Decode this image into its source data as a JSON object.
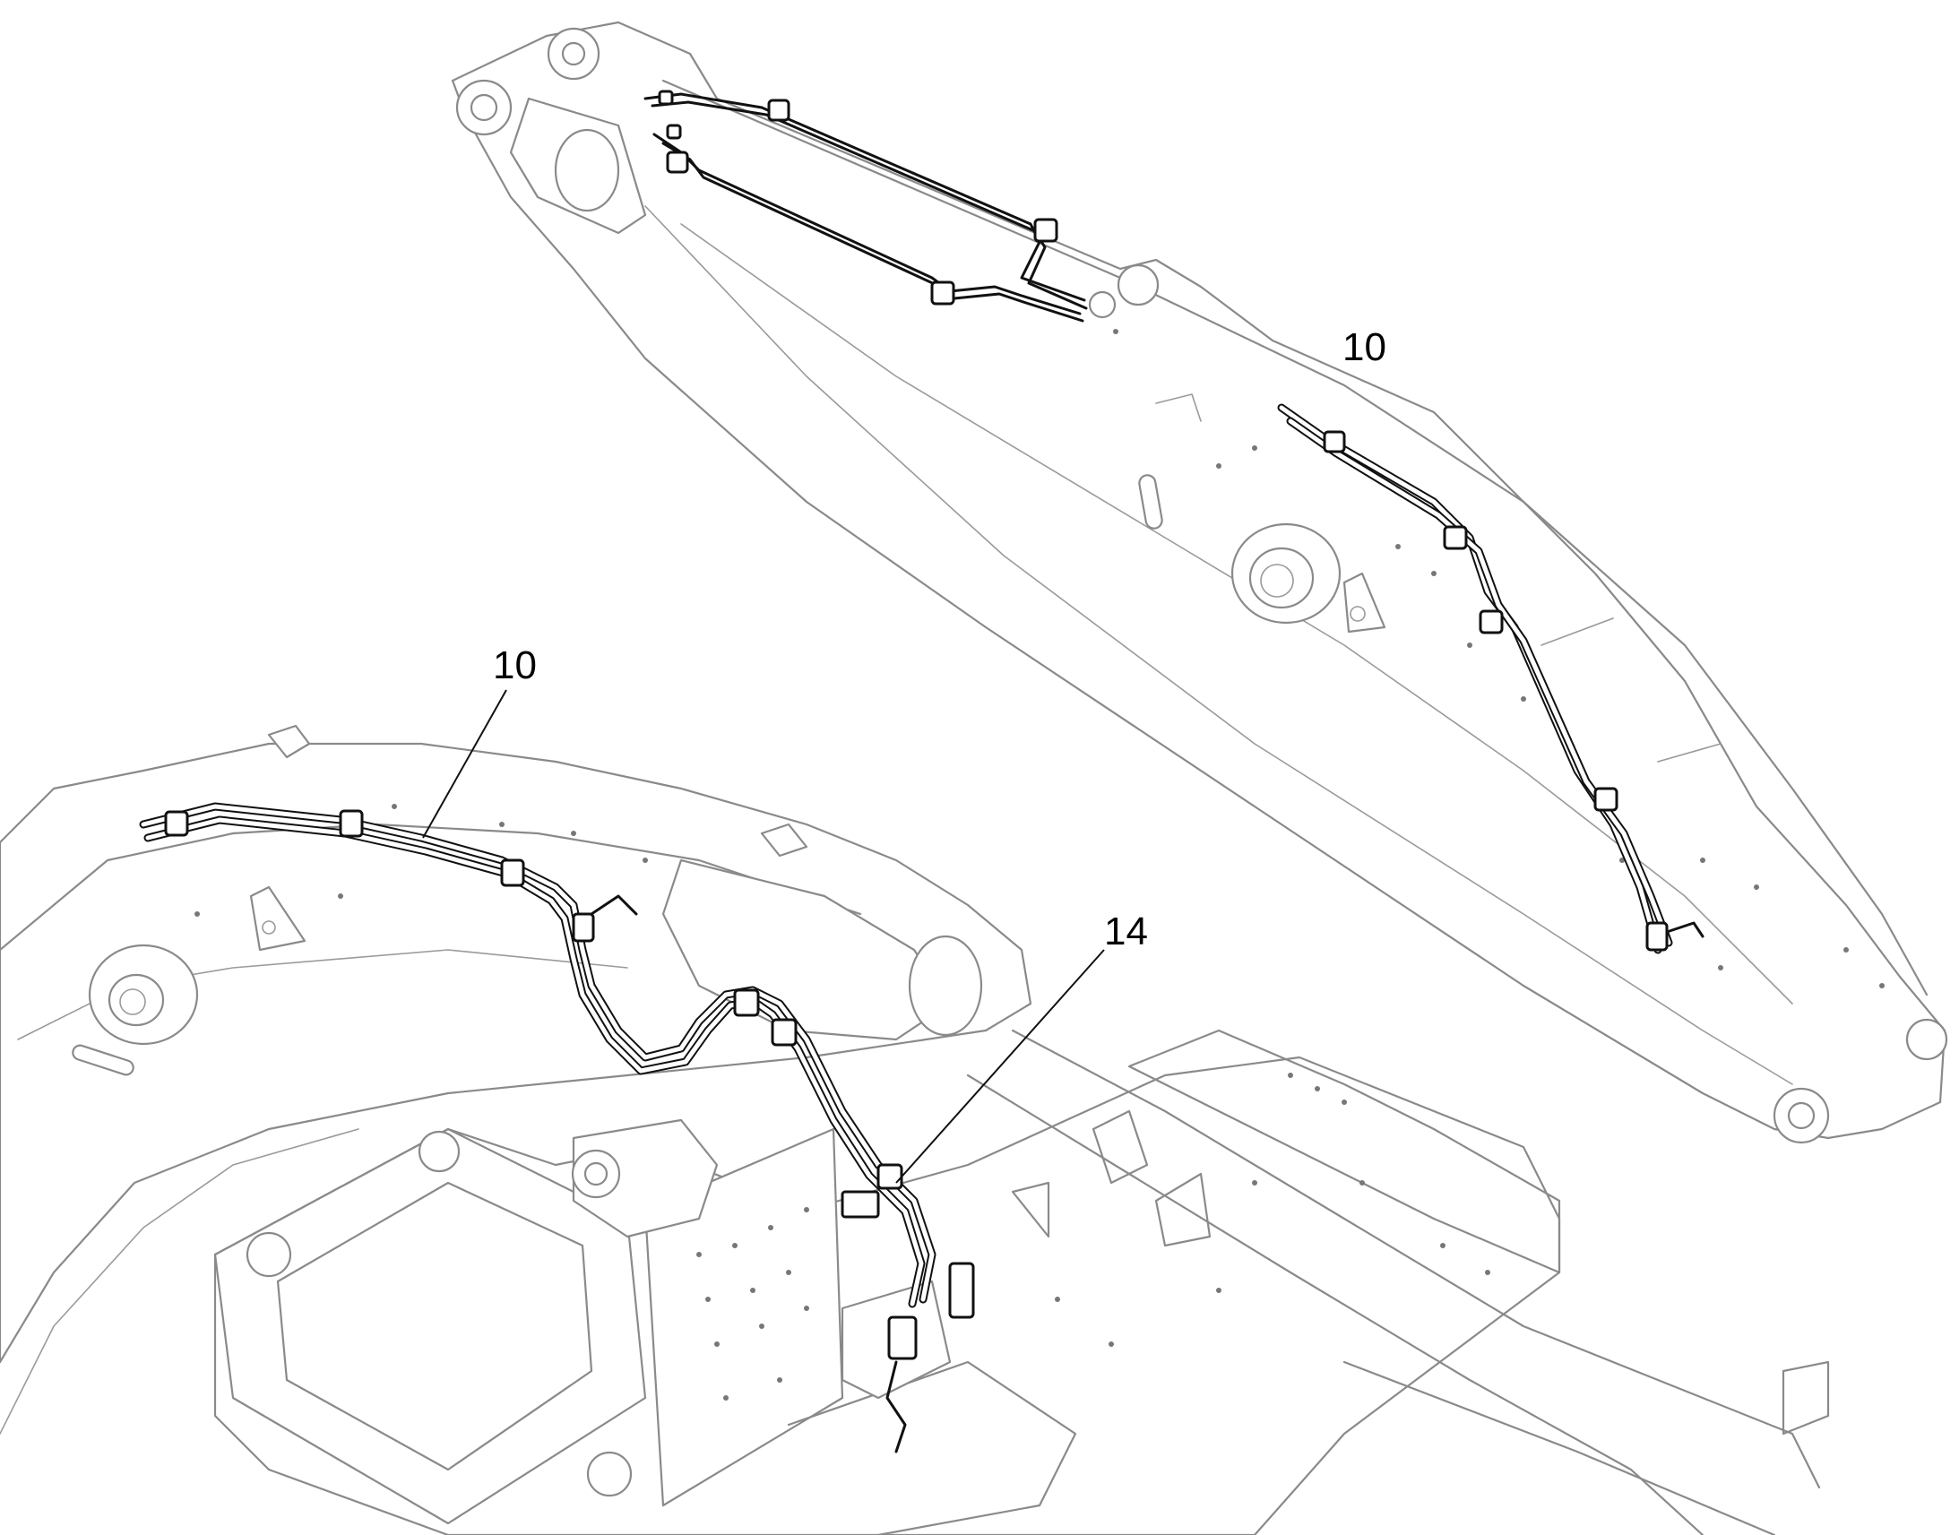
{
  "diagram": {
    "callouts": [
      {
        "id": "callout-10-stick",
        "label": "10"
      },
      {
        "id": "callout-10-boom",
        "label": "10"
      },
      {
        "id": "callout-14-valve",
        "label": "14"
      }
    ]
  }
}
